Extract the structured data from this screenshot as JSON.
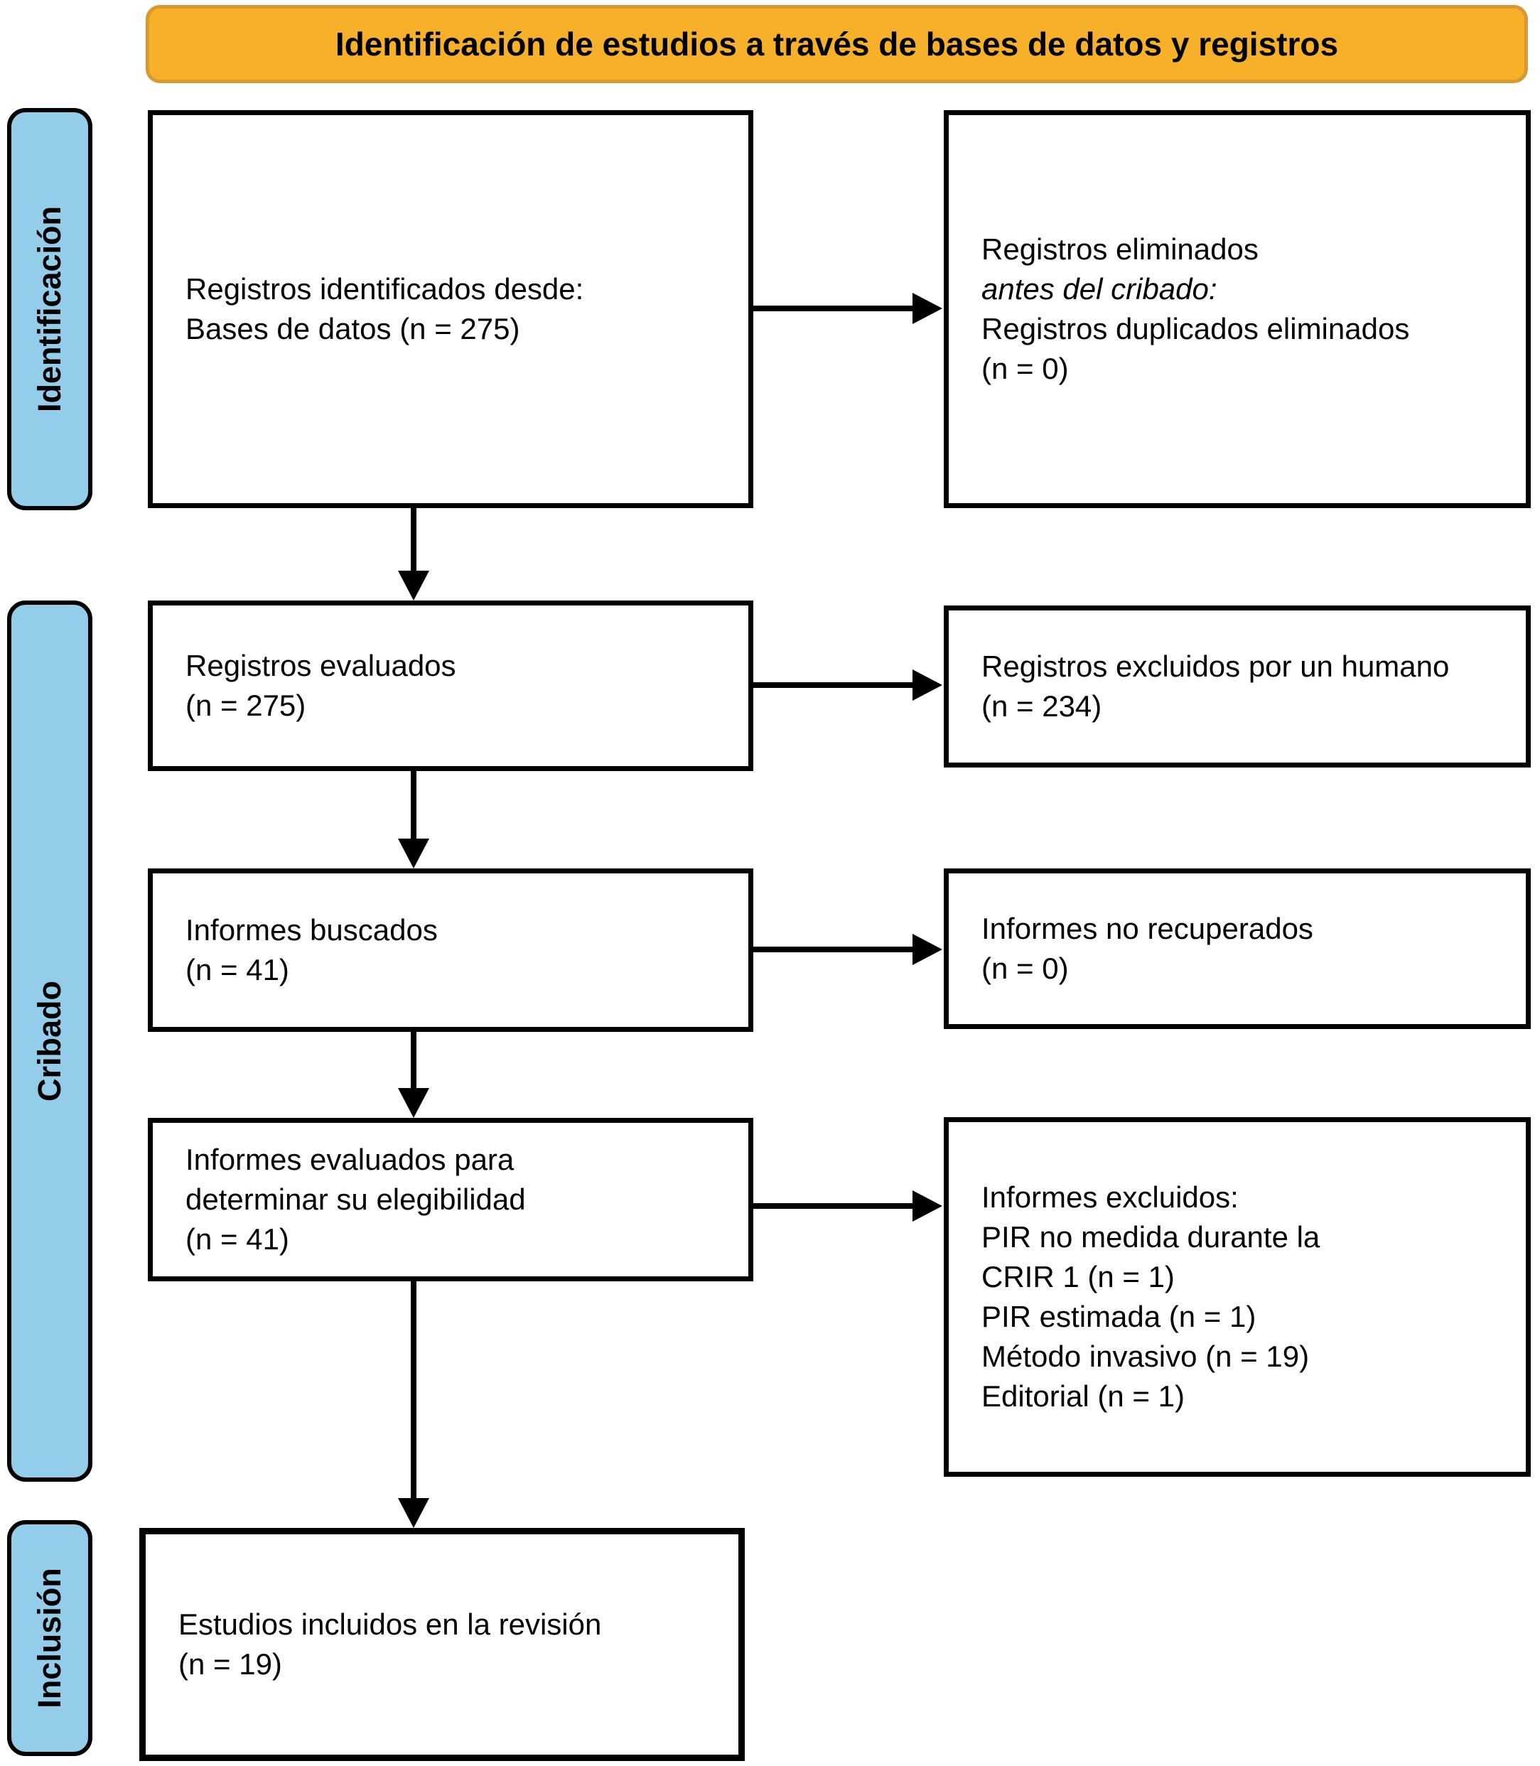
{
  "header": {
    "title": "Identificación de estudios a través de bases de datos y registros"
  },
  "stages": [
    {
      "label": "Identificación"
    },
    {
      "label": "Cribado"
    },
    {
      "label": "Inclusión"
    }
  ],
  "boxes": [
    {
      "name": "records-identified",
      "lines": [
        "Registros identificados desde:",
        "Bases de datos (n = 275)"
      ]
    },
    {
      "name": "records-removed-before-screening",
      "lines": [
        "Registros eliminados",
        "antes del cribado:",
        "Registros duplicados eliminados",
        "(n = 0)"
      ]
    },
    {
      "name": "records-screened",
      "lines": [
        "Registros evaluados",
        "(n = 275)"
      ]
    },
    {
      "name": "records-excluded",
      "lines": [
        "Registros excluidos por un humano",
        "(n = 234)"
      ]
    },
    {
      "name": "reports-sought",
      "lines": [
        "Informes buscados",
        "(n = 41)"
      ]
    },
    {
      "name": "reports-not-retrieved",
      "lines": [
        "Informes no recuperados",
        "(n = 0)"
      ]
    },
    {
      "name": "reports-assessed",
      "lines": [
        "Informes evaluados para",
        "determinar su elegibilidad",
        "(n = 41)"
      ]
    },
    {
      "name": "reports-excluded",
      "lines": [
        "Informes excluidos:",
        "PIR no medida durante la",
        "CRIR 1 (n = 1)",
        "PIR estimada (n = 1)",
        "Método invasivo (n = 19)",
        "Editorial (n = 1)"
      ]
    },
    {
      "name": "studies-included",
      "lines": [
        "Estudios incluidos en la revisión",
        "(n = 19)"
      ]
    }
  ],
  "colors": {
    "banner_bg": "#F6B02A",
    "banner_border": "#D9992E",
    "stage_bg": "#94CDE9",
    "box_border": "#000000",
    "arrow": "#000000"
  }
}
